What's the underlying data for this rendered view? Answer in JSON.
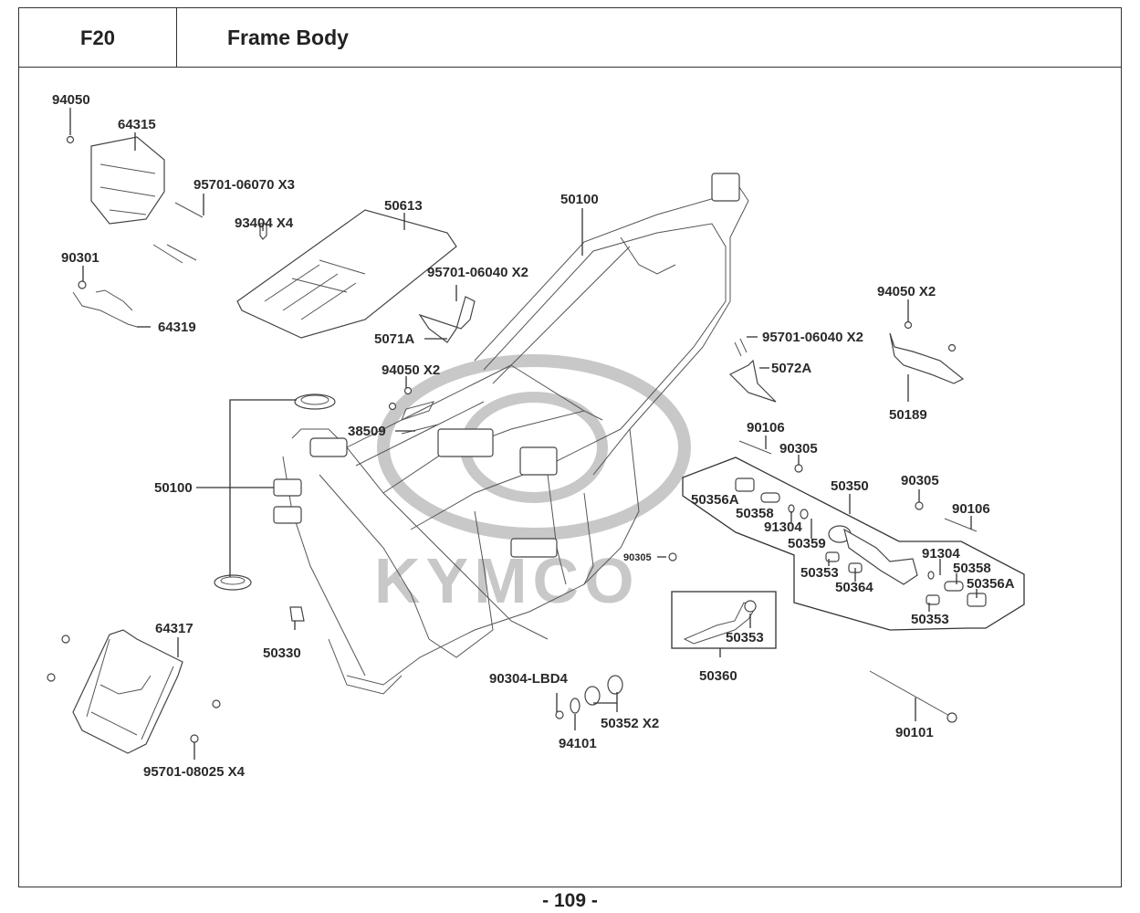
{
  "header": {
    "code": "F20",
    "title": "Frame Body"
  },
  "page_number": "- 109 -",
  "watermark": {
    "brand": "KYMCO"
  },
  "parts": [
    {
      "id": "94050",
      "label": "94050"
    },
    {
      "id": "64315",
      "label": "64315"
    },
    {
      "id": "95701-06070",
      "label": "95701-06070 X3"
    },
    {
      "id": "93404",
      "label": "93404 X4"
    },
    {
      "id": "50613",
      "label": "50613"
    },
    {
      "id": "90301",
      "label": "90301"
    },
    {
      "id": "64319",
      "label": "64319"
    },
    {
      "id": "50100-top",
      "label": "50100"
    },
    {
      "id": "95701-06040-left",
      "label": "95701-06040 X2"
    },
    {
      "id": "5071A",
      "label": "5071A"
    },
    {
      "id": "94050-x2-left",
      "label": "94050 X2"
    },
    {
      "id": "38509",
      "label": "38509"
    },
    {
      "id": "50100-left",
      "label": "50100"
    },
    {
      "id": "50330",
      "label": "50330"
    },
    {
      "id": "64317",
      "label": "64317"
    },
    {
      "id": "95701-08025",
      "label": "95701-08025 X4"
    },
    {
      "id": "94050-x2-right",
      "label": "94050 X2"
    },
    {
      "id": "95701-06040-right",
      "label": "95701-06040 X2"
    },
    {
      "id": "5072A",
      "label": "5072A"
    },
    {
      "id": "50189",
      "label": "50189"
    },
    {
      "id": "90106-a",
      "label": "90106"
    },
    {
      "id": "90305-a",
      "label": "90305"
    },
    {
      "id": "50350",
      "label": "50350"
    },
    {
      "id": "90305-b",
      "label": "90305"
    },
    {
      "id": "90106-b",
      "label": "90106"
    },
    {
      "id": "50356A-a",
      "label": "50356A"
    },
    {
      "id": "50358-a",
      "label": "50358"
    },
    {
      "id": "91304-a",
      "label": "91304"
    },
    {
      "id": "50359",
      "label": "50359"
    },
    {
      "id": "50353-a",
      "label": "50353"
    },
    {
      "id": "50364",
      "label": "50364"
    },
    {
      "id": "91304-b",
      "label": "91304"
    },
    {
      "id": "50358-b",
      "label": "50358"
    },
    {
      "id": "50356A-b",
      "label": "50356A"
    },
    {
      "id": "50353-b",
      "label": "50353"
    },
    {
      "id": "90305-c",
      "label": "90305"
    },
    {
      "id": "50353-c",
      "label": "50353"
    },
    {
      "id": "50360",
      "label": "50360"
    },
    {
      "id": "90304-LBD4",
      "label": "90304-LBD4"
    },
    {
      "id": "50352",
      "label": "50352 X2"
    },
    {
      "id": "94101",
      "label": "94101"
    },
    {
      "id": "90101",
      "label": "90101"
    }
  ]
}
